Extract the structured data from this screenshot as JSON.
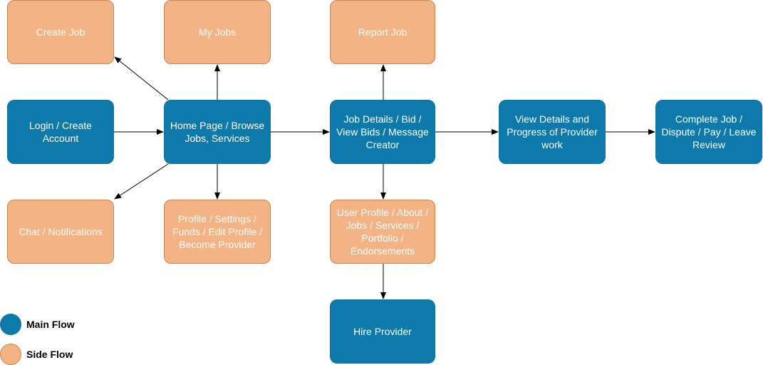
{
  "colors": {
    "main_fill": "#0e79ab",
    "side_fill": "#f3b385",
    "node_text": "#ffffff",
    "edge": "#000000"
  },
  "nodes": {
    "create_job": "Create Job",
    "my_jobs": "My Jobs",
    "report_job": "Report Job",
    "login": "Login / Create\nAccount",
    "home": "Home Page / Browse\nJobs, Services",
    "job_details": "Job Details / Bid /\nView Bids / Message\nCreator",
    "view_details": "View Details and\nProgress of Provider\nwork",
    "complete_job": "Complete Job /\nDispute / Pay / Leave\nReview",
    "chat": "Chat / Notifications",
    "profile": "Profile / Settings /\nFunds / Edit Profile /\nBecome Provider",
    "user_profile": "User Profile / About /\nJobs / Services /\nPortfolio /\nEndorsements",
    "hire": "Hire Provider"
  },
  "node_types": {
    "create_job": "side",
    "my_jobs": "side",
    "report_job": "side",
    "login": "main",
    "home": "main",
    "job_details": "main",
    "view_details": "main",
    "complete_job": "main",
    "chat": "side",
    "profile": "side",
    "user_profile": "side",
    "hire": "main"
  },
  "edges": [
    {
      "from": "login",
      "to": "home"
    },
    {
      "from": "home",
      "to": "job_details"
    },
    {
      "from": "job_details",
      "to": "view_details"
    },
    {
      "from": "view_details",
      "to": "complete_job"
    },
    {
      "from": "home",
      "to": "create_job"
    },
    {
      "from": "home",
      "to": "my_jobs"
    },
    {
      "from": "home",
      "to": "chat"
    },
    {
      "from": "home",
      "to": "profile"
    },
    {
      "from": "job_details",
      "to": "report_job"
    },
    {
      "from": "job_details",
      "to": "user_profile"
    },
    {
      "from": "user_profile",
      "to": "hire"
    }
  ],
  "legend": {
    "main": "Main Flow",
    "side": "Side Flow"
  }
}
